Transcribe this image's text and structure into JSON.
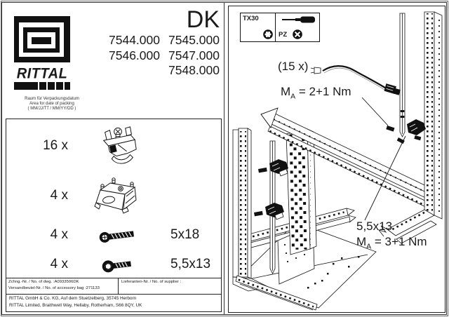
{
  "page": {
    "title_code": "DK"
  },
  "header": {
    "brand": "RITTAL",
    "models": [
      "7544.000",
      "7545.000",
      "7546.000",
      "7547.000",
      "7548.000"
    ]
  },
  "packing_note": {
    "de": "Raum für Verpackungsdatum",
    "en": "Area for date of packing",
    "format": "( MM/JJ/TT / MM/YY/DD )"
  },
  "parts": {
    "rows": [
      {
        "qty": "16 x",
        "icon": "cage-clamp-icon",
        "size": ""
      },
      {
        "qty": "4 x",
        "icon": "mounting-bracket-icon",
        "size": ""
      },
      {
        "qty": "4 x",
        "icon": "pan-head-screw-icon",
        "size": "5x18"
      },
      {
        "qty": "4 x",
        "icon": "flange-screw-icon",
        "size": "5,5x13"
      }
    ]
  },
  "title_block": {
    "drawing_label": "Zchng.-Nr. / No. of dwg. :",
    "drawing_number": "A0933506DK",
    "bag_label": "Versandbeutel-Nr. / No. of accessory bag :",
    "bag_number": "271133",
    "supplier_label": "Lieferanten-Nr. / No. of supplier :",
    "address_de": "RITTAL GmbH & Co. KG, Auf dem Stuetzelberg, 35745 Herborn",
    "address_uk": "RITTAL Limited, Braithwell Way, Hellaby, Rotherham, S66 8QY, UK"
  },
  "tools": {
    "torx": "TX30",
    "pozidriv": "PZ",
    "icons": [
      "torx-bit-icon",
      "screwdriver-icon",
      "pozidriv-bit-icon"
    ]
  },
  "diagram": {
    "cable_qty": "(15 x)",
    "torque_a_prefix": "M",
    "torque_a_sub": "A",
    "torque_a_value": " = 2+1 Nm",
    "screw_size": "5,5x13",
    "torque_b_prefix": "M",
    "torque_b_sub": "A",
    "torque_b_value": " = 3+1 Nm"
  },
  "colors": {
    "ink": "#1a1a1a",
    "paper": "#ffffff"
  }
}
